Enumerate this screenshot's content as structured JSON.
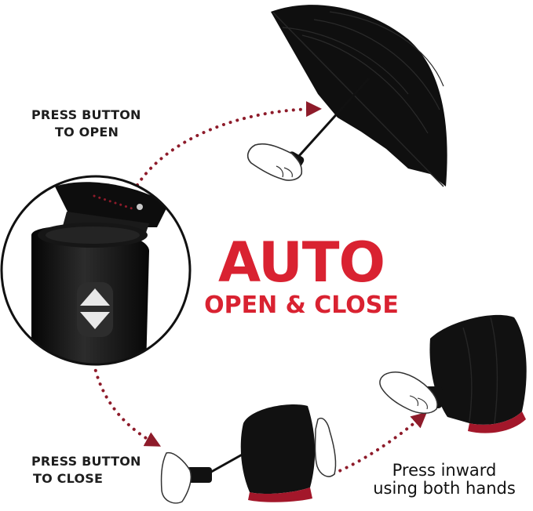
{
  "captions": {
    "open": [
      "PRESS BUTTON",
      "TO OPEN"
    ],
    "close": [
      "PRESS BUTTON",
      "TO CLOSE"
    ]
  },
  "title": {
    "main": "AUTO",
    "sub": "OPEN & CLOSE"
  },
  "note": [
    "Press inward",
    "using both hands"
  ],
  "colors": {
    "accent": "#d92231",
    "dots": "#8e1b2a",
    "canopy": "#0f0f0f",
    "canopy_lining": "#a3172a",
    "text": "#1e1e1e"
  },
  "icons": {
    "button_up": "triangle-up-icon",
    "button_down": "triangle-down-icon"
  }
}
